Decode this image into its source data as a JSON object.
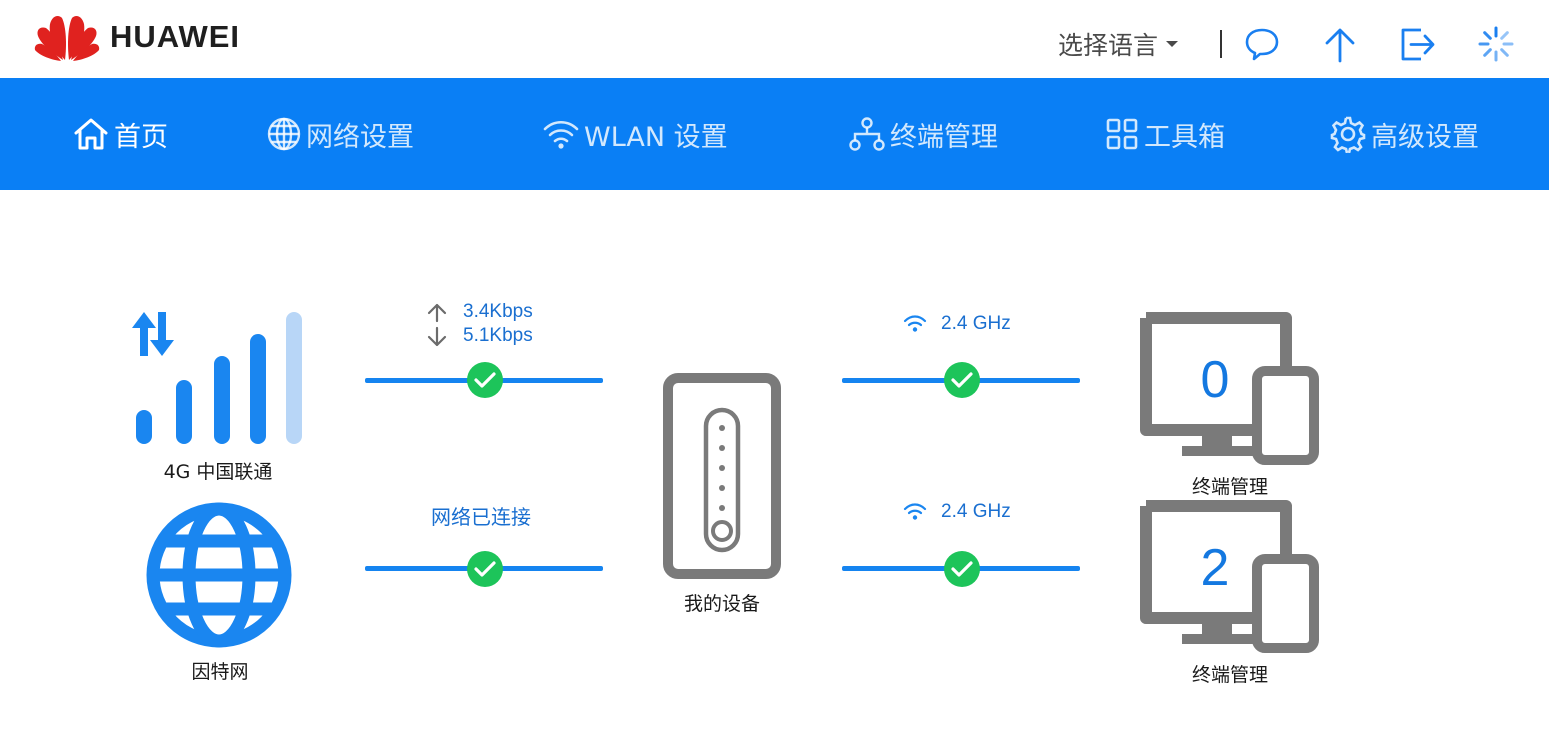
{
  "header": {
    "brand": "HUAWEI",
    "language_label": "选择语言",
    "icons": [
      "message-icon",
      "upload-icon",
      "logout-icon",
      "loading-icon"
    ]
  },
  "nav": {
    "items": [
      {
        "label": "首页",
        "icon": "home-icon",
        "active": true
      },
      {
        "label": "网络设置",
        "icon": "globe-icon"
      },
      {
        "label": "WLAN 设置",
        "icon": "wifi-icon"
      },
      {
        "label": "终端管理",
        "icon": "network-tree-icon"
      },
      {
        "label": "工具箱",
        "icon": "grid-icon"
      },
      {
        "label": "高级设置",
        "icon": "gear-icon"
      }
    ]
  },
  "status": {
    "cellular_label": "4G  中国联通",
    "upload_speed": "3.4Kbps",
    "download_speed": "5.1Kbps",
    "internet_label": "因特网",
    "internet_status": "网络已连接",
    "device_label": "我的设备",
    "wifi_top_band": "2.4 GHz",
    "wifi_bottom_band": "2.4 GHz",
    "clients_top_count": "0",
    "clients_top_label": "终端管理",
    "clients_bottom_count": "2",
    "clients_bottom_label": "终端管理",
    "signal_bars_active": 4,
    "signal_bars_total": 5
  },
  "colors": {
    "brand_red": "#e0221f",
    "nav_blue": "#0a7ff5",
    "line_blue": "#1584f0",
    "check_green": "#1dc45a",
    "device_gray": "#7a7a7a"
  }
}
